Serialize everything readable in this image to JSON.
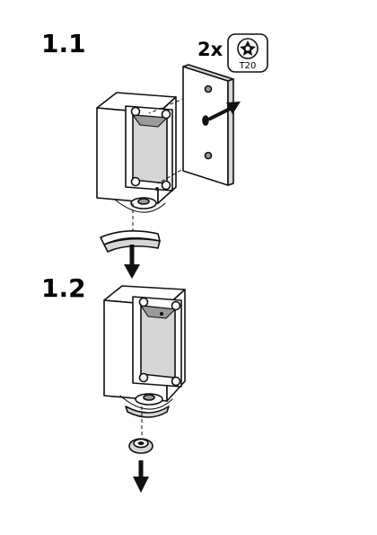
{
  "steps": [
    {
      "label": "1.1"
    },
    {
      "label": "1.2"
    }
  ],
  "fastener": {
    "quantity": "2x",
    "tool": "T20",
    "icon": "torx-bit-icon"
  }
}
